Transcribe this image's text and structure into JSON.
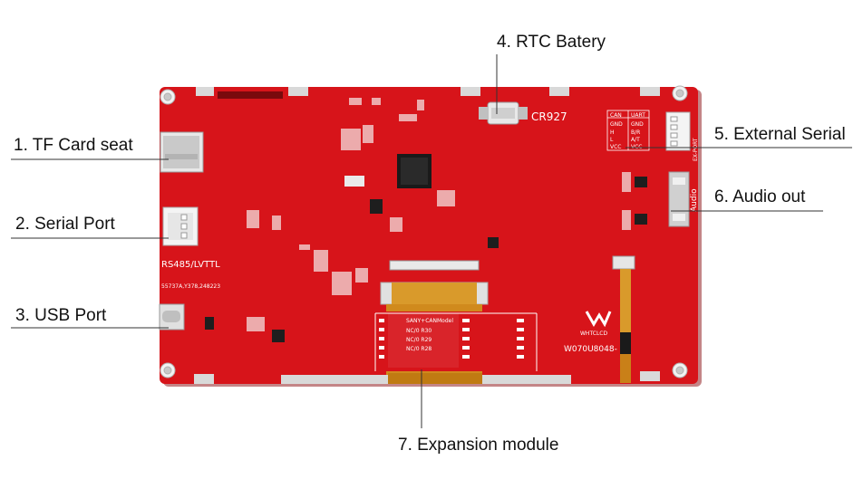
{
  "callouts": [
    {
      "label": "1. TF Card seat"
    },
    {
      "label": "2. Serial Port"
    },
    {
      "label": "3. USB Port"
    },
    {
      "label": "4. RTC Batery"
    },
    {
      "label": "5. External Serial"
    },
    {
      "label": "6. Audio out"
    },
    {
      "label": "7. Expansion module"
    }
  ],
  "board": {
    "color": "#d7141a",
    "rs485_label": "RS485/LVTTL",
    "cr927_label": "CR927",
    "brand": "WHTCLCD",
    "model": "W070U8048-",
    "serial_code": "55737A,Y378,248223",
    "audio_label": "Audio",
    "ex_port_label": "EX-PORT",
    "can_header": "CAN",
    "uart_header": "UART",
    "can_pins": [
      "GND",
      "H",
      "L",
      "VCC"
    ],
    "uart_pins": [
      "GND",
      "B/R",
      "A/T",
      "VCC"
    ],
    "module_title": "SANY+CANModel",
    "module_rows": [
      "NC/0 R30",
      "NC/0 R29",
      "NC/0 R28"
    ]
  }
}
